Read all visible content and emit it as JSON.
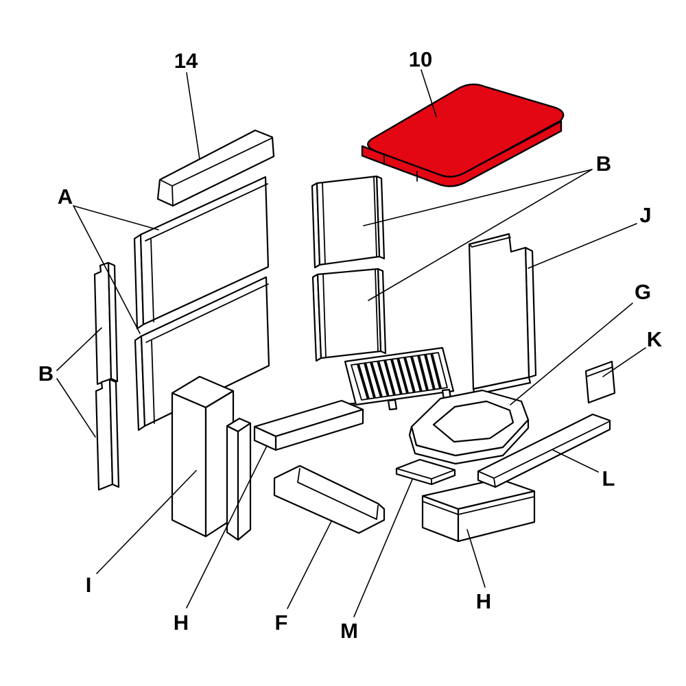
{
  "diagram": {
    "type": "exploded-parts-diagram",
    "background_color": "#ffffff",
    "line_color": "#000000",
    "part_fill_color": "#ffffff",
    "highlight_color": "#e30613",
    "highlighted_part_label": "10",
    "labels": [
      {
        "id": "part-14",
        "text": "14"
      },
      {
        "id": "part-10",
        "text": "10"
      },
      {
        "id": "part-a",
        "text": "A"
      },
      {
        "id": "part-b-right",
        "text": "B"
      },
      {
        "id": "part-j",
        "text": "J"
      },
      {
        "id": "part-g",
        "text": "G"
      },
      {
        "id": "part-k",
        "text": "K"
      },
      {
        "id": "part-b-left",
        "text": "B"
      },
      {
        "id": "part-l",
        "text": "L"
      },
      {
        "id": "part-i",
        "text": "I"
      },
      {
        "id": "part-h-left",
        "text": "H"
      },
      {
        "id": "part-f",
        "text": "F"
      },
      {
        "id": "part-m",
        "text": "M"
      },
      {
        "id": "part-h-right",
        "text": "H"
      }
    ]
  }
}
